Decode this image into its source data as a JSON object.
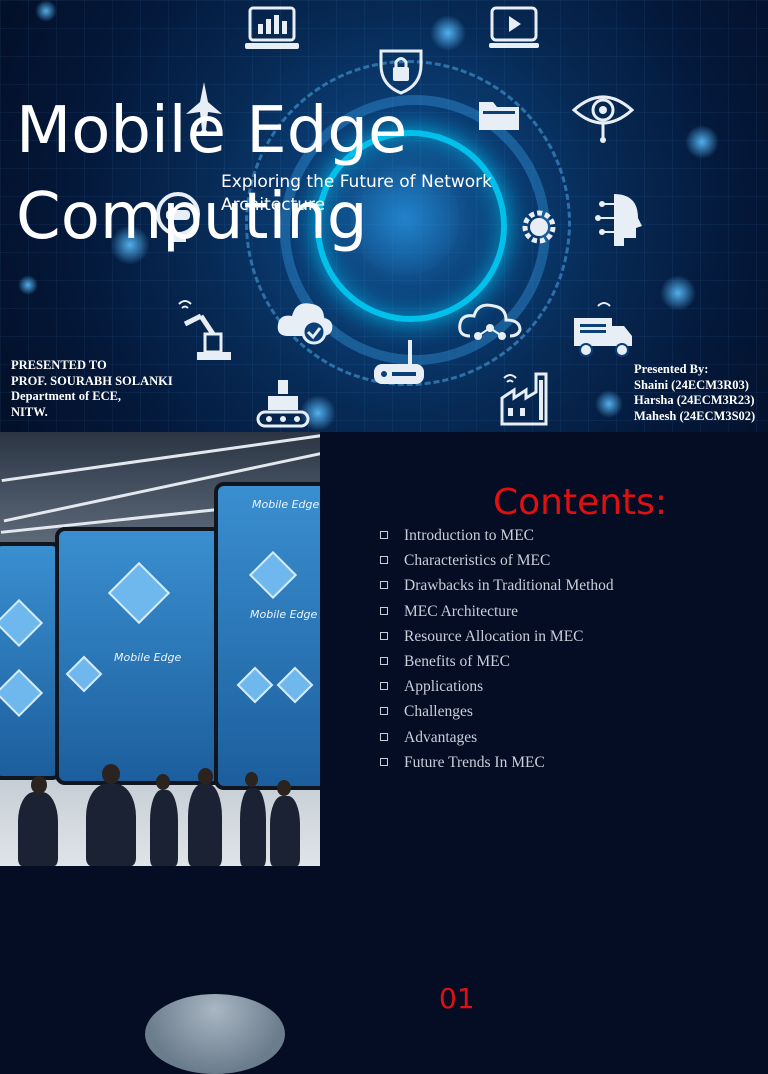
{
  "slide1": {
    "title": "Mobile Edge\nComputing",
    "subtitle": "Exploring the Future of Network Architecture",
    "presented_to": [
      "PRESENTED TO",
      "PROF. SOURABH SOLANKI",
      "Department of ECE,",
      "NITW."
    ],
    "presented_by": [
      "Presented By:",
      "Shaini (24ECM3R03)",
      "Harsha (24ECM3R23)",
      "Mahesh (24ECM3S02)"
    ],
    "icons": [
      "laptop-chart-icon",
      "video-play-icon",
      "lock-shield-icon",
      "folder-icon",
      "eye-target-icon",
      "airplane-icon",
      "robot-head-icon",
      "gear-icon",
      "ai-head-icon",
      "robot-arm-icon",
      "cloud-check-icon",
      "cloud-network-icon",
      "delivery-truck-icon",
      "router-icon",
      "factory-icon",
      "conveyor-icon"
    ],
    "colors": {
      "accent_ring": "#00d7ff",
      "background": "#020b1e"
    }
  },
  "slide2": {
    "contents_title": "Contents:",
    "items": [
      "Introduction to MEC",
      "Characteristics of MEC",
      "Drawbacks in Traditional Method",
      "MEC Architecture",
      "Resource Allocation in MEC",
      "Benefits of MEC",
      "Applications",
      "Challenges",
      "Advantages",
      "Future Trends In MEC"
    ],
    "slide_number": "01",
    "photo_screen_labels": [
      "Mobile Edge",
      "Mobile Edge",
      "Mobile Edge"
    ],
    "colors": {
      "title": "#e01010",
      "background": "#050d24"
    }
  }
}
